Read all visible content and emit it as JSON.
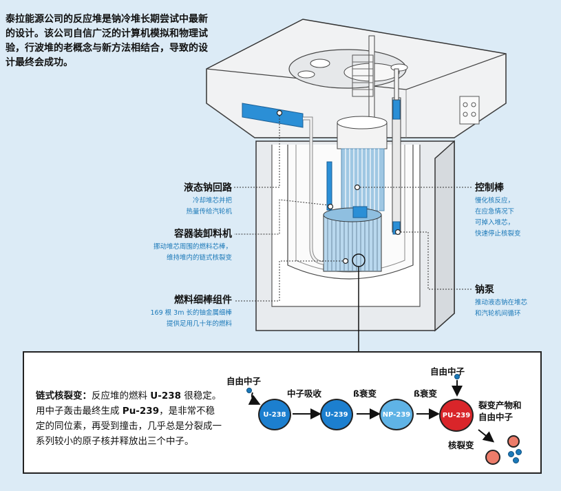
{
  "intro": "泰拉能源公司的反应堆是钠冷堆长期尝试中最新的设计。该公司自信广泛的计算机模拟和物理试验，行波堆的老概念与新方法相结合，导致的设计最终会成功。",
  "labels": {
    "sodium_loop": {
      "title": "液态钠回路",
      "desc": [
        "冷却堆芯并把",
        "热量传给汽轮机"
      ]
    },
    "handler": {
      "title": "容器装卸料机",
      "desc": [
        "挪动堆芯周围的燃料芯棒，",
        "维持堆内的链式核裂变"
      ]
    },
    "fuel": {
      "title": "燃料细棒组件",
      "desc": [
        "169 根 3m 长的铀金属细棒",
        "提供足用几十年的燃料"
      ]
    },
    "control": {
      "title": "控制棒",
      "desc": [
        "慢化核反应，",
        "在应急情况下",
        "可掉入堆芯，",
        "快速停止核裂变"
      ]
    },
    "pump": {
      "title": "钠泵",
      "desc": [
        "推动液态钠在堆芯",
        "和汽轮机间循环"
      ]
    }
  },
  "chain": {
    "heading": "链式核裂变：",
    "text_1": "反应堆的燃料 ",
    "u238_bold": "U-238",
    "text_2": " 很稳定。用中子轰击最终生成 ",
    "pu239_bold": "Pu-239",
    "text_3": "，是非常不稳定的同位素，再受到撞击，几乎总是分裂成一系列较小的原子核并释放出三个中子。",
    "free_neutron_left": "自由中子",
    "free_neutron_right": "自由中子",
    "step_absorb": "中子吸收",
    "step_beta1": "ß衰变",
    "step_beta2": "ß衰变",
    "products": "裂变产物和\n自由中子",
    "fission": "核裂变",
    "nuclei": [
      "U-238",
      "U-239",
      "NP-239",
      "PU-239"
    ],
    "colors": {
      "u": "#1c7fcf",
      "np": "#5fb3e6",
      "pu": "#d9252a",
      "frag": "#ec7c6a",
      "neutron": "#1a78b8"
    }
  }
}
